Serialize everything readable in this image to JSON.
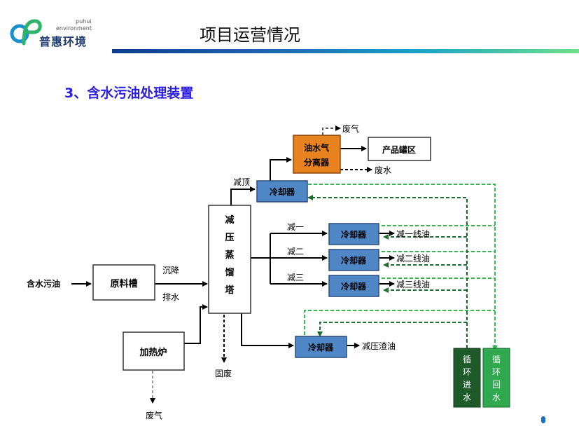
{
  "header": {
    "logo_cn": "普惠环境",
    "logo_en_top": "puhui",
    "logo_en_bottom": "environment",
    "title": "项目运营情况"
  },
  "section": {
    "title": "3、含水污油处理装置"
  },
  "diagram": {
    "inputs": {
      "feed": "含水污油"
    },
    "nodes": {
      "raw_tank": "原料槽",
      "heater": "加热炉",
      "tower": [
        "减",
        "压",
        "蒸",
        "馏",
        "塔"
      ],
      "cooler_top": "冷却器",
      "separator": [
        "油水气",
        "分离器"
      ],
      "product_area": "产品罐区",
      "cooler_1": "冷却器",
      "cooler_2": "冷却器",
      "cooler_3": "冷却器",
      "cooler_bottom": "冷却器",
      "cw_in": [
        "循",
        "环",
        "进",
        "水"
      ],
      "cw_out": [
        "循",
        "环",
        "回",
        "水"
      ]
    },
    "labels": {
      "waste_gas_top": "废气",
      "waste_water": "废水",
      "jianding": "减顶",
      "jian1": "减一",
      "jian2": "减二",
      "jian3": "减三",
      "chenjiang": "沉降",
      "paishui": "排水",
      "gufei": "固废",
      "waste_gas_bottom": "废气",
      "out1": "减一线油",
      "out2": "减二线油",
      "out3": "减三线油",
      "out_residue": "减压渣油"
    }
  },
  "colors": {
    "title_text": "#2b1ee0",
    "cooler_fill": "#4f86c6",
    "separator_fill": "#e8821e",
    "cw_in_fill": "#1e5a2a",
    "cw_out_fill": "#2fa84f",
    "cw_line": "#2db84a",
    "cw_line_dark": "#1e6b30"
  }
}
